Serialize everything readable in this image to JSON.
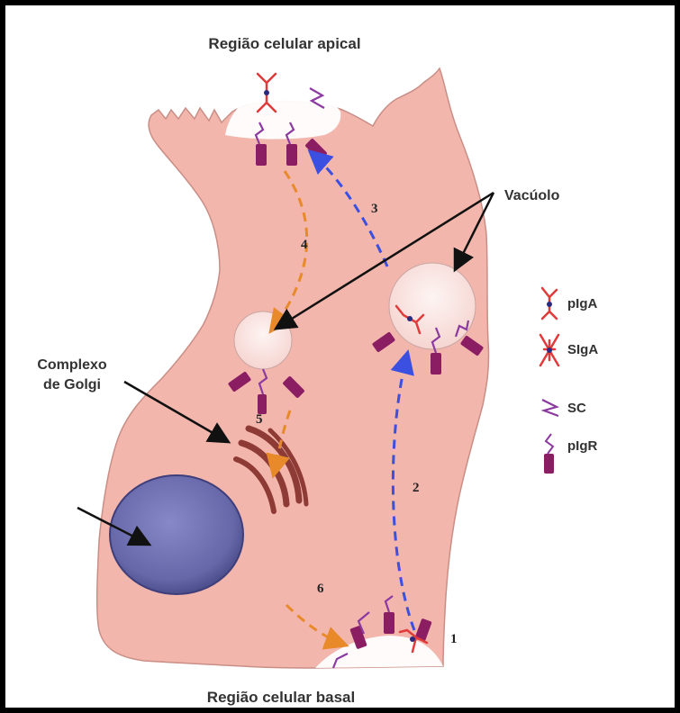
{
  "labels": {
    "apical": "Região celular apical",
    "basal": "Região celular basal",
    "vacuole": "Vacúolo",
    "golgi_line1": "Complexo",
    "golgi_line2": "de Golgi"
  },
  "steps": [
    "1",
    "2",
    "3",
    "4",
    "5",
    "6"
  ],
  "legend": [
    {
      "symbol": "pIgA",
      "label": "pIgA"
    },
    {
      "symbol": "SIgA",
      "label": "SIgA"
    },
    {
      "symbol": "SC",
      "label": "SC"
    },
    {
      "symbol": "pIgR",
      "label": "pIgR"
    }
  ],
  "colors": {
    "cell_fill": "#f2b6ad",
    "cell_stroke": "#c98e86",
    "nucleus": "#6e6fb0",
    "golgi": "#8e3a35",
    "receptor": "#8b1e63",
    "antibody": "#e03a3a",
    "secretory_component": "#8b3aa0",
    "exocytosis_arrow": "#3b4fe0",
    "recycling_arrow": "#e8892a"
  }
}
